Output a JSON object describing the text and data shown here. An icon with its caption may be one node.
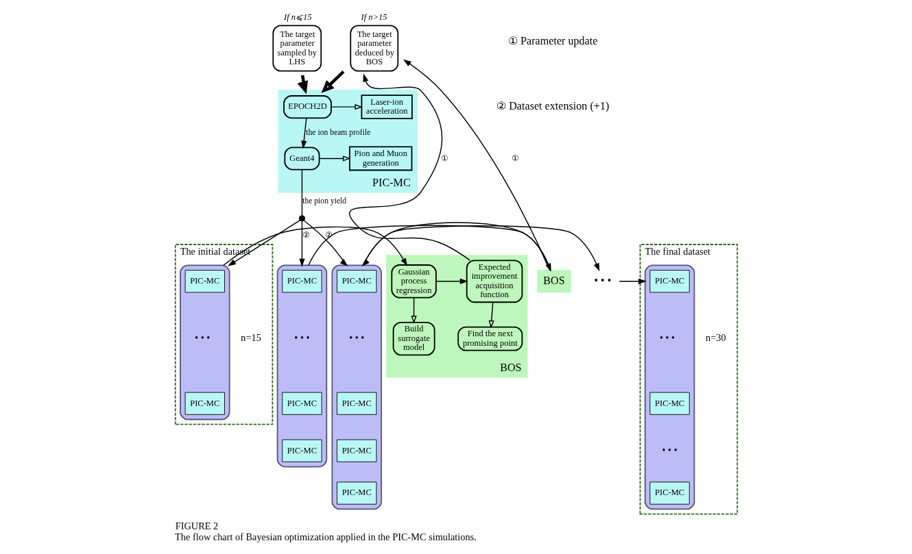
{
  "diagram": {
    "title": "FIGURE 2",
    "caption": "The flow chart of Bayesian optimization applied in the PIC-MC simulations.",
    "nodes": [
      {
        "text": [
          "The target parameter sampled by LHS"
        ],
        "beside": [
          "If n⩽15"
        ]
      },
      {
        "text": [
          "The target parameter deduced by BOS"
        ],
        "beside": [
          "If n>15"
        ]
      },
      {
        "text": [
          "PIC-MC"
        ]
      },
      {
        "text": [
          "EPOCH2D"
        ],
        "in": 2
      },
      {
        "text": [
          "Laser-ion acceleration"
        ],
        "in": 2
      },
      {
        "text": [
          "Geant4"
        ],
        "in": 2
      },
      {
        "text": [
          "Pion and Muon generation"
        ],
        "in": 2
      },
      {
        "text": [],
        "shape": "circle"
      },
      {
        "text": [
          "The initial dataset",
          "n=15"
        ]
      },
      {
        "text": [],
        "shape": "box",
        "in": 8
      },
      {
        "text": [
          "PIC-MC"
        ],
        "in": 9
      },
      {
        "text": [
          "PIC-MC"
        ],
        "in": 9
      },
      {
        "text": [
          "BOS"
        ]
      },
      {
        "text": [
          "Gaussian process regression"
        ],
        "in": 12
      },
      {
        "text": [
          "Expected improvement acquisition function"
        ],
        "in": 12
      },
      {
        "text": [
          "Build surrogate model"
        ],
        "in": 12
      },
      {
        "text": [
          "Find the next promising point"
        ],
        "in": 12
      },
      {
        "text": [],
        "shape": "box"
      },
      {
        "text": [
          "PIC-MC"
        ],
        "in": 17
      },
      {
        "text": [
          "PIC-MC"
        ],
        "in": 17
      },
      {
        "text": [
          "PIC-MC"
        ],
        "in": 17
      },
      {
        "text": [
          "BOS"
        ]
      },
      {
        "text": [],
        "shape": "box"
      },
      {
        "text": [
          "PIC-MC"
        ],
        "in": 22
      },
      {
        "text": [
          "PIC-MC"
        ],
        "in": 22
      },
      {
        "text": [
          "PIC-MC"
        ],
        "in": 22
      },
      {
        "text": [
          "PIC-MC"
        ],
        "in": 22
      },
      {
        "text": [
          "• • •"
        ]
      },
      {
        "text": [
          "The final dataset",
          "n=30"
        ]
      },
      {
        "text": [],
        "shape": "box",
        "in": 28
      },
      {
        "text": [
          "PIC-MC"
        ],
        "in": 29
      },
      {
        "text": [
          "PIC-MC"
        ],
        "in": 29
      },
      {
        "text": [
          "PIC-MC"
        ],
        "in": 29
      }
    ],
    "edges": [
      {
        "from": 0,
        "to": 2,
        "arrow": "to",
        "style": "thick"
      },
      {
        "from": 1,
        "to": 2,
        "arrow": "to",
        "style": "thick"
      },
      {
        "from": 3,
        "to": 4,
        "arrow": "to"
      },
      {
        "from": 3,
        "to": 5,
        "arrow": "to",
        "label": "the ion beam profile"
      },
      {
        "from": 5,
        "to": 6,
        "arrow": "to"
      },
      {
        "from": 5,
        "to": 7,
        "arrow": "none",
        "label": "the pion yield"
      },
      {
        "from": 7,
        "to": 9,
        "arrow": "to"
      },
      {
        "from": 7,
        "to": 17,
        "arrow": "to",
        "label": "②"
      },
      {
        "from": 7,
        "to": 22,
        "arrow": "to",
        "label": "②"
      },
      {
        "from": 9,
        "to": 13,
        "arrow": "to"
      },
      {
        "from": 13,
        "to": 14,
        "arrow": "to"
      },
      {
        "from": 13,
        "to": 15,
        "arrow": "to"
      },
      {
        "from": 14,
        "to": 16,
        "arrow": "to"
      },
      {
        "from": 14,
        "to": 1,
        "arrow": "to",
        "label": "①"
      },
      {
        "from": 17,
        "to": 21,
        "arrow": "to"
      },
      {
        "from": 21,
        "to": 1,
        "arrow": "to",
        "label": "①"
      },
      {
        "from": 21,
        "to": 22,
        "arrow": "to"
      },
      {
        "from": 22,
        "to": 27,
        "arrow": "to"
      },
      {
        "from": 27,
        "to": 29,
        "arrow": "to"
      }
    ],
    "labels": [
      "① Parameter update",
      "② Dataset extension (+1)",
      "• • •",
      "• • •",
      "• • •",
      "• • •",
      "• • •"
    ]
  }
}
